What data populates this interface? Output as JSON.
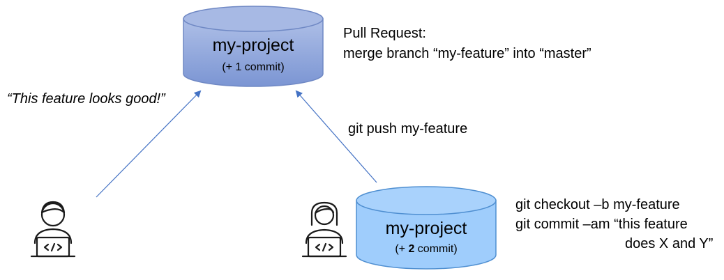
{
  "remote_repo": {
    "name": "my-project",
    "commits_prefix": "(+ ",
    "commits_count": "1",
    "commits_suffix": " commit)",
    "color": "#8ea6dc"
  },
  "local_repo": {
    "name": "my-project",
    "commits_prefix": "(+ ",
    "commits_count": "2",
    "commits_suffix": " commit)",
    "color": "#9fcdfc"
  },
  "pull_request": {
    "line1": "Pull Request:",
    "line2": "merge branch “my-feature” into “master”"
  },
  "reviewer_quote": "“This feature looks good!”",
  "push_command": "git push my-feature",
  "local_commands": {
    "line1": "git checkout –b my-feature",
    "line2": "git commit –am “this feature",
    "line3": "does X and Y”"
  },
  "reviewer_icon": "developer-laptop-icon",
  "developer_icon": "female-developer-laptop-icon",
  "arrow_color": "#4472c4"
}
